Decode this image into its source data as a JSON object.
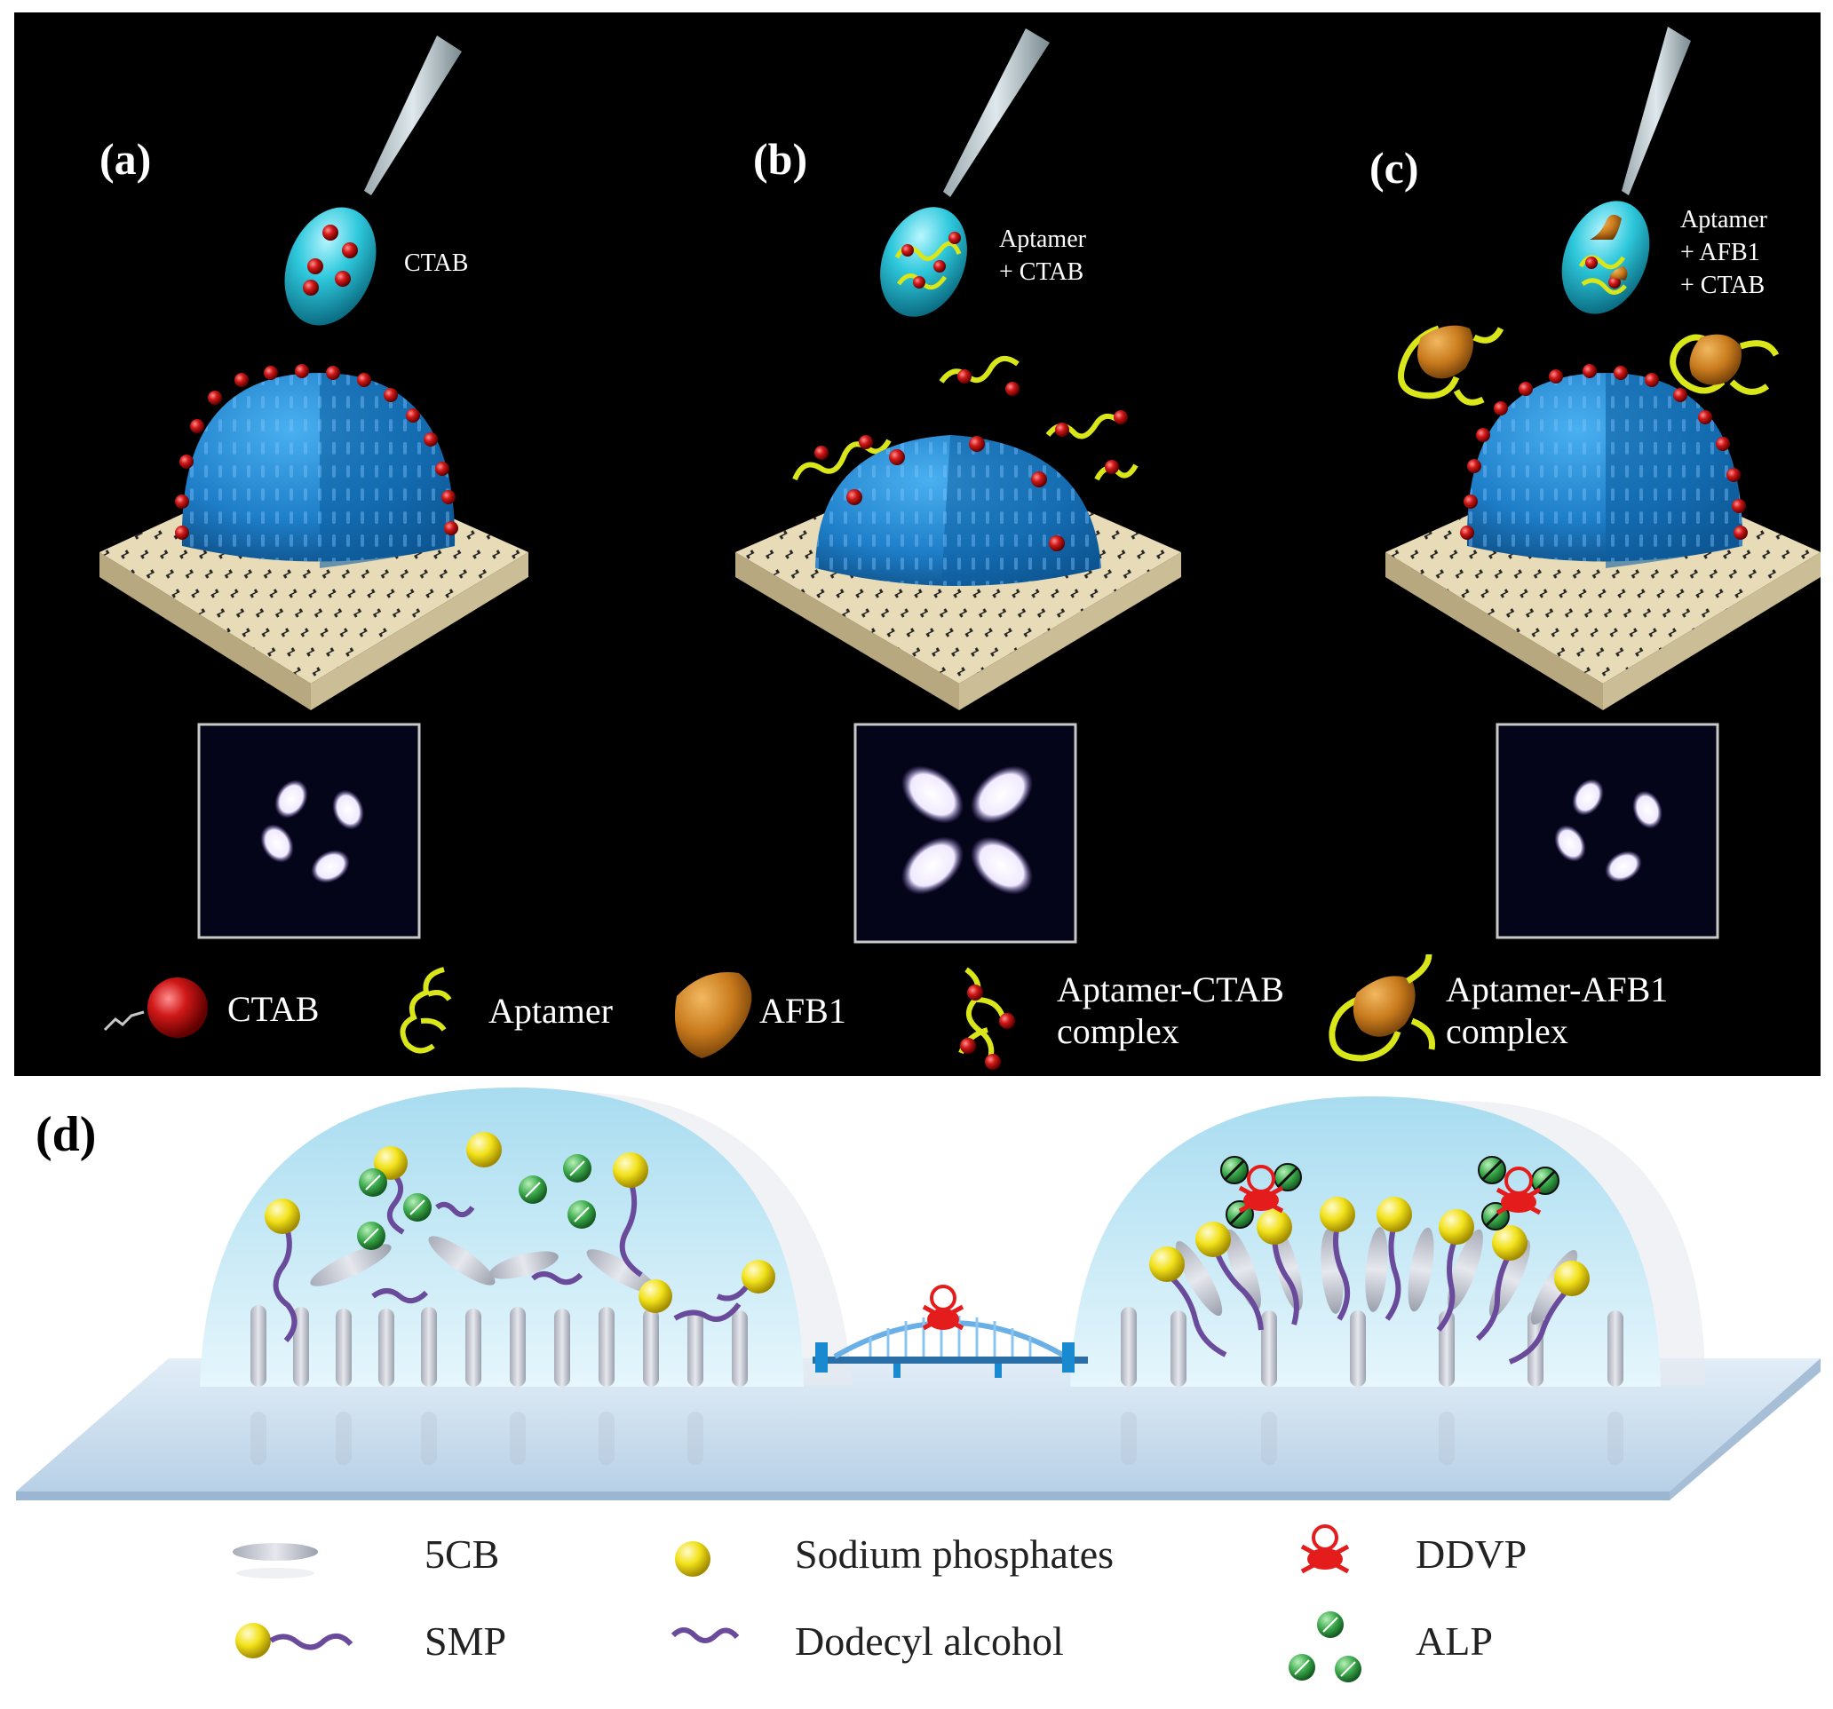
{
  "panels_top": [
    {
      "label": "(a)",
      "droplet_label": [
        "CTAB"
      ]
    },
    {
      "label": "(b)",
      "droplet_label": [
        "Aptamer",
        "+ CTAB"
      ]
    },
    {
      "label": "(c)",
      "droplet_label": [
        "Aptamer",
        "+ AFB1",
        "+ CTAB"
      ]
    }
  ],
  "legend_top": [
    {
      "icon": "ctab-icon",
      "lines": [
        "CTAB"
      ]
    },
    {
      "icon": "aptamer-icon",
      "lines": [
        "Aptamer"
      ]
    },
    {
      "icon": "afb1-icon",
      "lines": [
        "AFB1"
      ]
    },
    {
      "icon": "aptamer-ctab-complex-icon",
      "lines": [
        "Aptamer-CTAB",
        "complex"
      ]
    },
    {
      "icon": "aptamer-afb1-complex-icon",
      "lines": [
        "Aptamer-AFB1",
        "complex"
      ]
    }
  ],
  "panel_d": {
    "label": "(d)"
  },
  "legend_bottom": [
    {
      "icon": "5cb-icon",
      "label": "5CB"
    },
    {
      "icon": "sodium-phosphate-icon",
      "label": "Sodium phosphates"
    },
    {
      "icon": "ddvp-icon",
      "label": "DDVP"
    },
    {
      "icon": "smp-icon",
      "label": "SMP"
    },
    {
      "icon": "dodecyl-alcohol-icon",
      "label": "Dodecyl alcohol"
    },
    {
      "icon": "alp-icon",
      "label": "ALP"
    }
  ],
  "colors": {
    "background_top": "#000000",
    "ctab_red": "#d01818",
    "aptamer_yellow": "#d8e61a",
    "afb1_orange": "#c87a1c",
    "droplet_cyan": "#2ec8dc",
    "lc_blue": "#1e7ec8",
    "substrate": "#e8dcb8",
    "sodium_yellow": "#f2e21a",
    "alp_green": "#3aa84a",
    "ddvp_red": "#e41c1c",
    "smp_purple": "#6a4a9a"
  }
}
